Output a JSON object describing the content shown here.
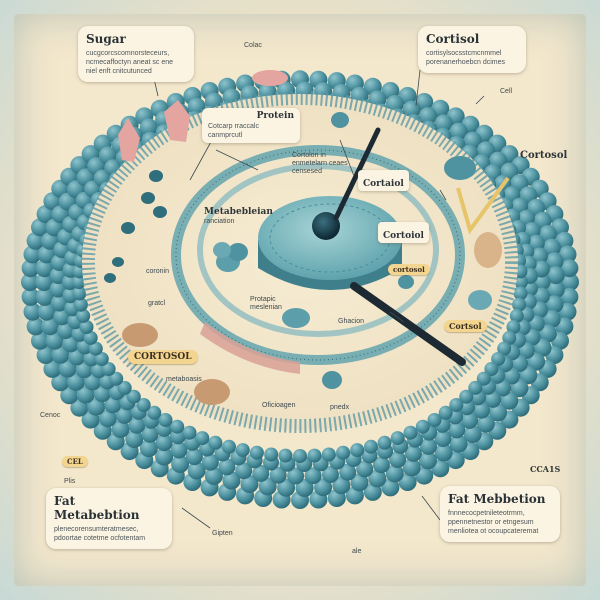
{
  "labels": {
    "sugar": "Sugar",
    "sugar_text": [
      "cucgcorcscomnorsteceurs,",
      "ncmecaffoctyn aneat sc ene",
      "niel enft cnitcutunced"
    ],
    "colac": "Colac",
    "cortisol_tr": "Cortisol",
    "cortisol_tr_text": [
      "cortisylsocsstcmcnmmel",
      "porenanerhoebcn dcimes"
    ],
    "cell": "Cell",
    "protein": "Protein",
    "protein_text": [
      "Cotcarp rraccalc",
      "canmprcutl"
    ],
    "cortolon": [
      "Cortolon in",
      "enmetelarn ceaes",
      "censesed"
    ],
    "cortaiol_center": "Cortaiol",
    "metabolism_inner": [
      "Metabebleian",
      "ranciation"
    ],
    "cortoiol_mid": "Cortoiol",
    "cortosol_right": "Cortosol",
    "coronin": "coronin",
    "cortosol_small": "cortosol",
    "gratcl": "gratcl",
    "protapic": [
      "Protapic",
      "meslenian"
    ],
    "ghacion": "Ghacion",
    "cortsol_pill": "Cortsol",
    "cortosol_big": "CORTOSOL",
    "metaboasis": "metaboasis",
    "ofiacioagen": "Oficioagen",
    "pnedx": "pnedx",
    "cenoc": "Cenoc",
    "cel": "CEL",
    "ccals": "CCA1S",
    "plis": "Plis",
    "fat_left": "Fat Metabebtion",
    "fat_left_text": [
      "plenecorensumteratmesec,",
      "pdoortae cotetme ocfotentam"
    ],
    "giplen": "Gipten",
    "fat_right": "Fat Mebbetion",
    "fat_right_text": [
      "fnnnecocpetnileteotrmm,",
      "ppennetnestor or etngesum",
      "menliotea ot ocoupcateremat"
    ],
    "ale": "ale"
  },
  "colors": {
    "membrane": "#4f93a1",
    "membrane_dark": "#2f6e7c",
    "nucleus": "#7cbcc4",
    "cytoplasm": "#f3e7cc",
    "pill": "#f4d590"
  }
}
